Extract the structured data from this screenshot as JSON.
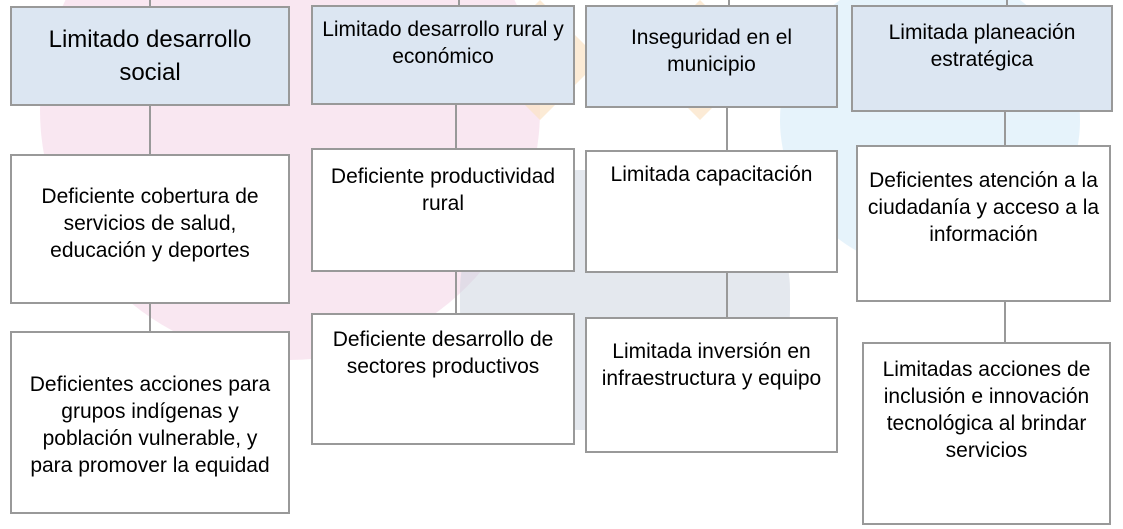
{
  "colors": {
    "header_fill": "#dce6f2",
    "box_border": "#999999",
    "box_fill": "#ffffff"
  },
  "columns": [
    {
      "header": "Limitado desarrollo social",
      "items": [
        "Deficiente cobertura de servicios de salud, educación y deportes",
        "Deficientes acciones para grupos indígenas y población vulnerable, y para promover la equidad"
      ]
    },
    {
      "header": "Limitado desarrollo rural y económico",
      "items": [
        "Deficiente productividad rural",
        "Deficiente desarrollo de sectores productivos"
      ]
    },
    {
      "header": "Inseguridad en el municipio",
      "items": [
        "Limitada capacitación",
        "Limitada inversión en infraestructura y equipo"
      ]
    },
    {
      "header": "Limitada planeación estratégica",
      "items": [
        "Deficientes atención a la ciudadanía y acceso a la información",
        "Limitadas acciones de inclusión e innovación tecnológica al brindar servicios"
      ]
    }
  ]
}
